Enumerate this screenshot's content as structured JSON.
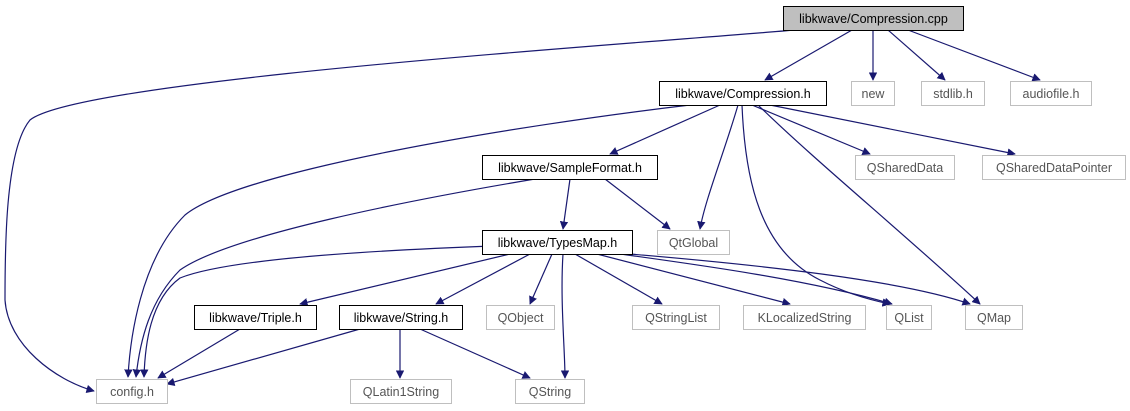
{
  "diagram": {
    "type": "include-dependency-graph",
    "colors": {
      "edge": "#191970",
      "root_fill": "#bfbfbf",
      "local_border": "#000000",
      "external_border": "#bfbfbf",
      "external_text": "#555555",
      "node_fill": "#ffffff"
    },
    "nodes": [
      {
        "id": "compression_cpp",
        "label": "libkwave/Compression.cpp",
        "kind": "root"
      },
      {
        "id": "compression_h",
        "label": "libkwave/Compression.h",
        "kind": "local"
      },
      {
        "id": "new",
        "label": "new",
        "kind": "external"
      },
      {
        "id": "stdlib_h",
        "label": "stdlib.h",
        "kind": "external"
      },
      {
        "id": "audiofile_h",
        "label": "audiofile.h",
        "kind": "external"
      },
      {
        "id": "sampleformat_h",
        "label": "libkwave/SampleFormat.h",
        "kind": "local"
      },
      {
        "id": "qshareddata",
        "label": "QSharedData",
        "kind": "external"
      },
      {
        "id": "qshareddatapointer",
        "label": "QSharedDataPointer",
        "kind": "external"
      },
      {
        "id": "typesmap_h",
        "label": "libkwave/TypesMap.h",
        "kind": "local"
      },
      {
        "id": "qtglobal",
        "label": "QtGlobal",
        "kind": "external"
      },
      {
        "id": "triple_h",
        "label": "libkwave/Triple.h",
        "kind": "local"
      },
      {
        "id": "string_h",
        "label": "libkwave/String.h",
        "kind": "local"
      },
      {
        "id": "qobject",
        "label": "QObject",
        "kind": "external"
      },
      {
        "id": "qstringlist",
        "label": "QStringList",
        "kind": "external"
      },
      {
        "id": "klocalizedstring",
        "label": "KLocalizedString",
        "kind": "external"
      },
      {
        "id": "qlist",
        "label": "QList",
        "kind": "external"
      },
      {
        "id": "qmap",
        "label": "QMap",
        "kind": "external"
      },
      {
        "id": "config_h",
        "label": "config.h",
        "kind": "external"
      },
      {
        "id": "qlatin1string",
        "label": "QLatin1String",
        "kind": "external"
      },
      {
        "id": "qstring",
        "label": "QString",
        "kind": "external"
      }
    ],
    "edges": [
      {
        "from": "compression_cpp",
        "to": "config_h"
      },
      {
        "from": "compression_cpp",
        "to": "compression_h"
      },
      {
        "from": "compression_cpp",
        "to": "new"
      },
      {
        "from": "compression_cpp",
        "to": "stdlib_h"
      },
      {
        "from": "compression_cpp",
        "to": "audiofile_h"
      },
      {
        "from": "compression_h",
        "to": "config_h"
      },
      {
        "from": "compression_h",
        "to": "sampleformat_h"
      },
      {
        "from": "compression_h",
        "to": "qtglobal"
      },
      {
        "from": "compression_h",
        "to": "qshareddata"
      },
      {
        "from": "compression_h",
        "to": "qshareddatapointer"
      },
      {
        "from": "compression_h",
        "to": "qlist"
      },
      {
        "from": "compression_h",
        "to": "qmap"
      },
      {
        "from": "sampleformat_h",
        "to": "config_h"
      },
      {
        "from": "sampleformat_h",
        "to": "typesmap_h"
      },
      {
        "from": "sampleformat_h",
        "to": "qtglobal"
      },
      {
        "from": "typesmap_h",
        "to": "config_h"
      },
      {
        "from": "typesmap_h",
        "to": "triple_h"
      },
      {
        "from": "typesmap_h",
        "to": "string_h"
      },
      {
        "from": "typesmap_h",
        "to": "qobject"
      },
      {
        "from": "typesmap_h",
        "to": "qstring"
      },
      {
        "from": "typesmap_h",
        "to": "qstringlist"
      },
      {
        "from": "typesmap_h",
        "to": "klocalizedstring"
      },
      {
        "from": "typesmap_h",
        "to": "qlist"
      },
      {
        "from": "typesmap_h",
        "to": "qmap"
      },
      {
        "from": "triple_h",
        "to": "config_h"
      },
      {
        "from": "string_h",
        "to": "config_h"
      },
      {
        "from": "string_h",
        "to": "qlatin1string"
      },
      {
        "from": "string_h",
        "to": "qstring"
      }
    ]
  }
}
